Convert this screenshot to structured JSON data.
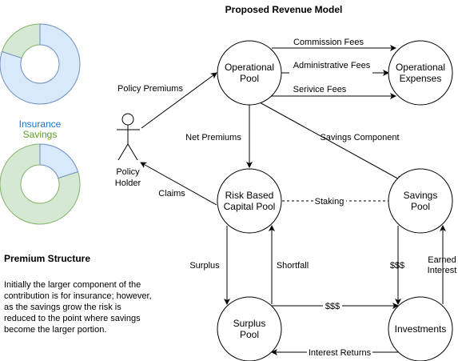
{
  "title": "Proposed Revenue Model",
  "legend": {
    "insurance_label": "Insurance",
    "savings_label": "Savings",
    "insurance_color": "#dae8fc",
    "insurance_stroke": "#6c8ebf",
    "savings_color": "#d5e8d4",
    "savings_stroke": "#82b366"
  },
  "charts": [
    {
      "insurance_pct": 80,
      "savings_pct": 20
    },
    {
      "insurance_pct": 20,
      "savings_pct": 80
    }
  ],
  "premium_structure": {
    "heading": "Premium Structure",
    "text": "Initially the larger component of the contribution is for insurance; however, as the savings grow the risk is reduced to the point where savings become the larger portion."
  },
  "nodes": {
    "operational_pool": [
      "Operational",
      "Pool"
    ],
    "operational_expenses": [
      "Operational",
      "Expenses"
    ],
    "risk_pool": [
      "Risk Based",
      "Capital Pool"
    ],
    "savings_pool": [
      "Savings",
      "Pool"
    ],
    "surplus_pool": [
      "Surplus",
      "Pool"
    ],
    "investments": [
      "Investments"
    ],
    "policy_holder": [
      "Policy",
      "Holder"
    ]
  },
  "edges": {
    "commission_fees": "Commission Fees",
    "administrative_fees": "Administrative Fees",
    "service_fees": "Serivice Fees",
    "policy_premiums": "Policy Premiums",
    "net_premiums": "Net Premiums",
    "savings_component": "Savings Component",
    "claims": "Claims",
    "staking": "Staking",
    "surplus": "Surplus",
    "shortfall": "Shortfall",
    "savings_dollars": "$$$",
    "earned_interest": [
      "Earned",
      "Interest"
    ],
    "surplus_dollars": "$$$",
    "interest_returns": "Interest Returns"
  }
}
